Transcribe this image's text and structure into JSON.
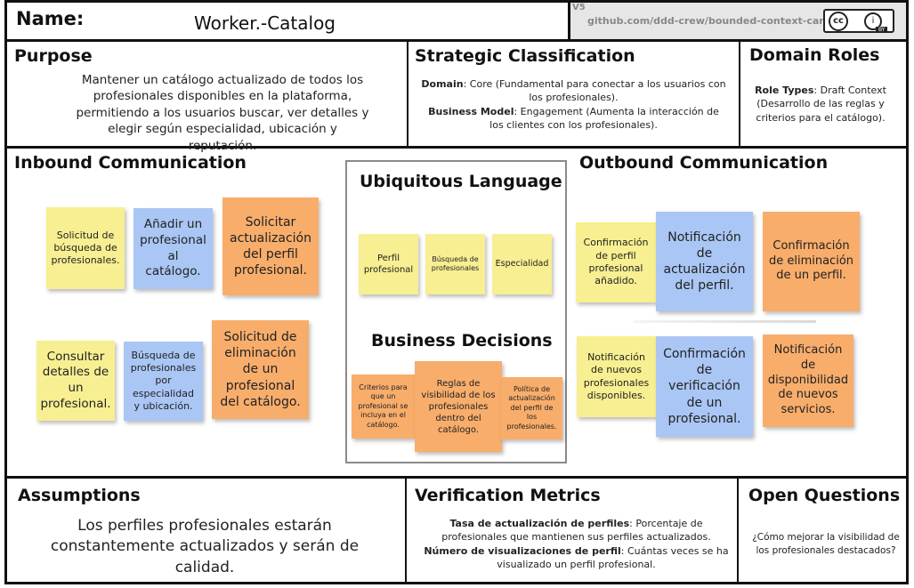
{
  "header": {
    "name_label": "Name:",
    "name_value": "Worker.-Catalog",
    "version": "V5",
    "source_link": "github.com/ddd-crew/bounded-context-canvas",
    "license_cc": "cc",
    "license_by": "BY"
  },
  "purpose": {
    "title": "Purpose",
    "text": "Mantener un catálogo actualizado de todos los profesionales disponibles en la plataforma, permitiendo a los usuarios buscar, ver detalles y elegir según especialidad, ubicación y reputación."
  },
  "strategic": {
    "title": "Strategic Classification",
    "domain_label": "Domain",
    "domain_text": ": Core (Fundamental para conectar a los usuarios con los profesionales).",
    "business_label": "Business Model",
    "business_text": ": Engagement (Aumenta la interacción de los clientes con los profesionales)."
  },
  "domain_roles": {
    "title": "Domain Roles",
    "role_label": "Role Types",
    "role_text": ": Draft Context (Desarrollo de las reglas y criterios para el catálogo)."
  },
  "inbound": {
    "title": "Inbound Communication",
    "stickies": [
      {
        "text": "Solicitud de búsqueda de profesionales.",
        "color": "#f7ef91"
      },
      {
        "text": "Añadir un profesional al catálogo.",
        "color": "#a9c6f4"
      },
      {
        "text": "Solicitar actualización del perfil profesional.",
        "color": "#f8ad6b"
      },
      {
        "text": "Consultar detalles de un profesional.",
        "color": "#f7ef91"
      },
      {
        "text": "Búsqueda de profesionales por especialidad y ubicación.",
        "color": "#a9c6f4"
      },
      {
        "text": "Solicitud de eliminación de un profesional del catálogo.",
        "color": "#f8ad6b"
      }
    ]
  },
  "ubiquitous": {
    "title": "Ubiquitous Language",
    "stickies": [
      {
        "text": "Perfil profesional"
      },
      {
        "text": "Búsqueda de profesionales"
      },
      {
        "text": "Especialidad"
      }
    ]
  },
  "business_decisions": {
    "title": "Business Decisions",
    "stickies": [
      {
        "text": "Criterios para que un profesional se incluya en el catálogo."
      },
      {
        "text": "Reglas de visibilidad de los profesionales dentro del catálogo."
      },
      {
        "text": "Política de actualización del perfil de los profesionales."
      }
    ]
  },
  "outbound": {
    "title": "Outbound Communication",
    "stickies": [
      {
        "text": "Confirmación de perfil profesional añadido.",
        "color": "#f7ef91"
      },
      {
        "text": "Notificación de actualización del perfil.",
        "color": "#a9c6f4"
      },
      {
        "text": "Confirmación de eliminación de un perfil.",
        "color": "#f8ad6b"
      },
      {
        "text": "Notificación de nuevos profesionales disponibles.",
        "color": "#f7ef91"
      },
      {
        "text": "Confirmación de verificación de un profesional.",
        "color": "#a9c6f4"
      },
      {
        "text": "Notificación de disponibilidad de nuevos servicios.",
        "color": "#f8ad6b"
      }
    ]
  },
  "assumptions": {
    "title": "Assumptions",
    "text": "Los perfiles profesionales estarán constantemente actualizados y serán de calidad."
  },
  "verification": {
    "title": "Verification Metrics",
    "metric1_label": "Tasa de actualización de perfiles",
    "metric1_text": ": Porcentaje de profesionales que mantienen sus perfiles actualizados.",
    "metric2_label": "Número de visualizaciones de perfil",
    "metric2_text": ": Cuántas veces se ha visualizado un perfil profesional."
  },
  "open_questions": {
    "title": "Open Questions",
    "text": "¿Cómo mejorar la visibilidad de los profesionales destacados?"
  },
  "colors": {
    "yellow": "#f7ef91",
    "blue": "#a9c6f4",
    "orange": "#f8ad6b",
    "header_gray": "#e6e6e6"
  }
}
